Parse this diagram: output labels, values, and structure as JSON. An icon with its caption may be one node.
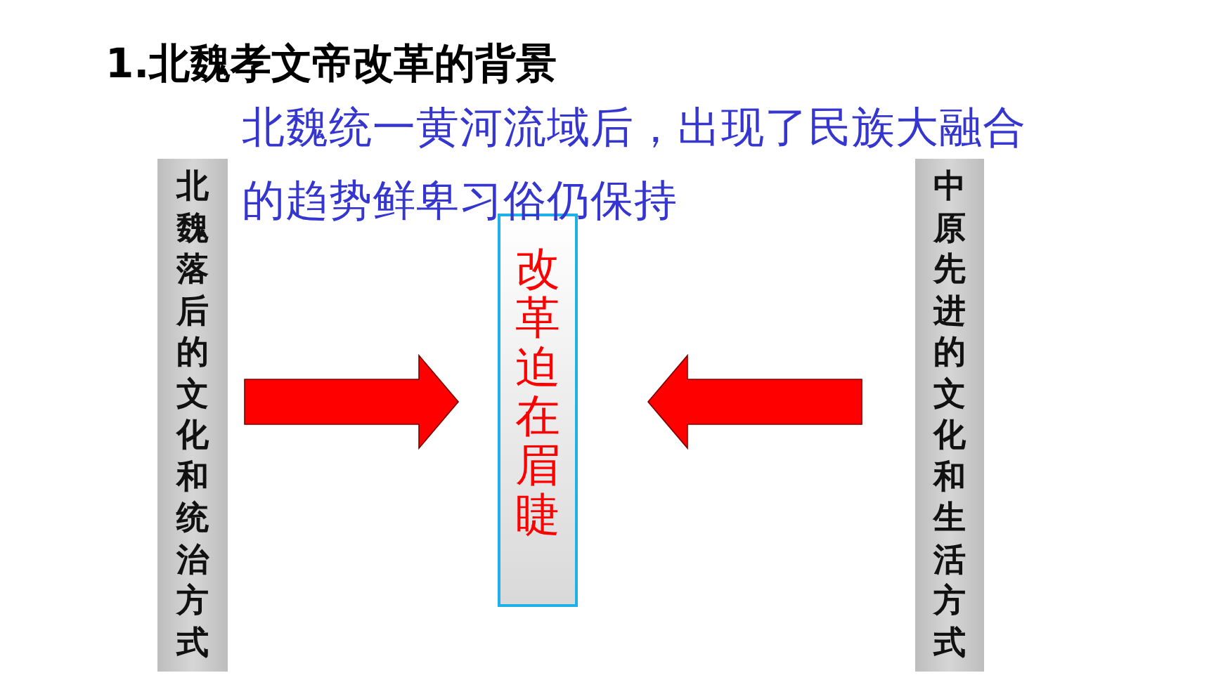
{
  "diagram": {
    "title": "1.北魏孝文帝改革的背景",
    "nodes": [
      {
        "text": [
          "北魏落后的文化和统治方式"
        ]
      },
      {
        "text": [
          "改革迫在眉睫"
        ]
      },
      {
        "text": [
          "中原先进的文化和生活方式"
        ]
      }
    ],
    "edges": [
      {
        "from": 0,
        "to": 1,
        "arrow": "to"
      },
      {
        "from": 2,
        "to": 1,
        "arrow": "to"
      }
    ],
    "labels": [
      "北魏统一黄河流域后，出现了民族大融合的趋势鲜卑习俗仍保持"
    ]
  }
}
